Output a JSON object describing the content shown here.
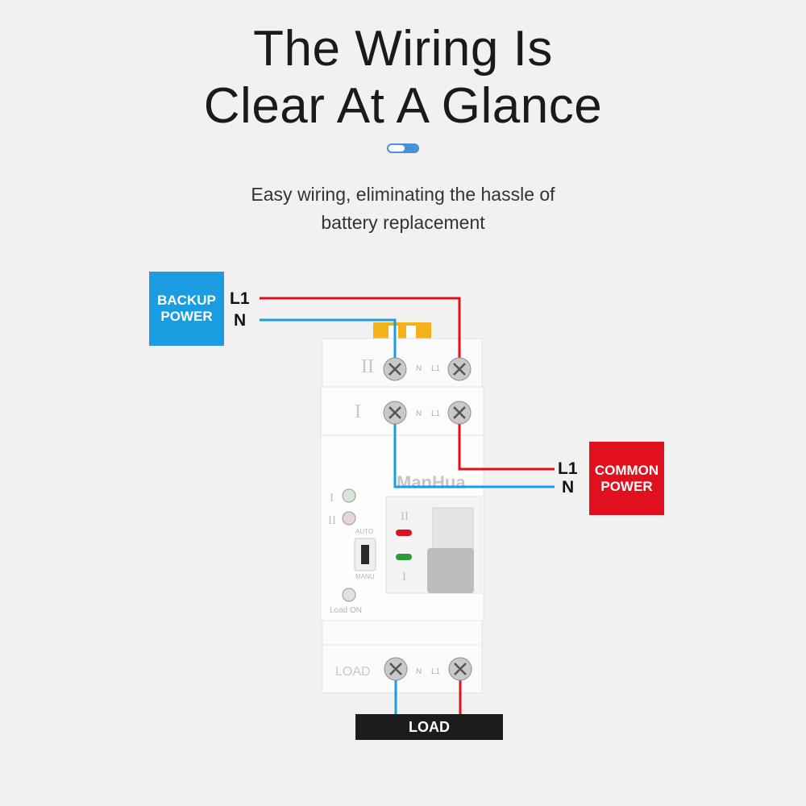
{
  "header": {
    "title_line1": "The Wiring Is",
    "title_line2": "Clear At A Glance",
    "subtitle_line1": "Easy wiring, eliminating the hassle of",
    "subtitle_line2": "battery replacement"
  },
  "colors": {
    "live": "#e0101e",
    "neutral": "#1b9be0",
    "backup": "#1b9be0",
    "common": "#e0101e",
    "accent": "#4a90d9"
  },
  "backup_power": {
    "line1": "BACKUP",
    "line2": "POWER",
    "wire_l1": "L1",
    "wire_n": "N"
  },
  "common_power": {
    "line1": "COMMON",
    "line2": "POWER",
    "wire_l1": "L1",
    "wire_n": "N"
  },
  "load_label": "LOAD",
  "device": {
    "brand": "ManHua",
    "row2_label": "II",
    "row1_label": "I",
    "terminal_n": "N",
    "terminal_l1": "L1",
    "load_row_label": "LOAD",
    "indicator_1": "I",
    "indicator_2": "II",
    "auto_label": "AUTO",
    "manu_label": "MANU",
    "load_on_label": "Load ON",
    "window_ii": "II",
    "window_i": "I"
  }
}
